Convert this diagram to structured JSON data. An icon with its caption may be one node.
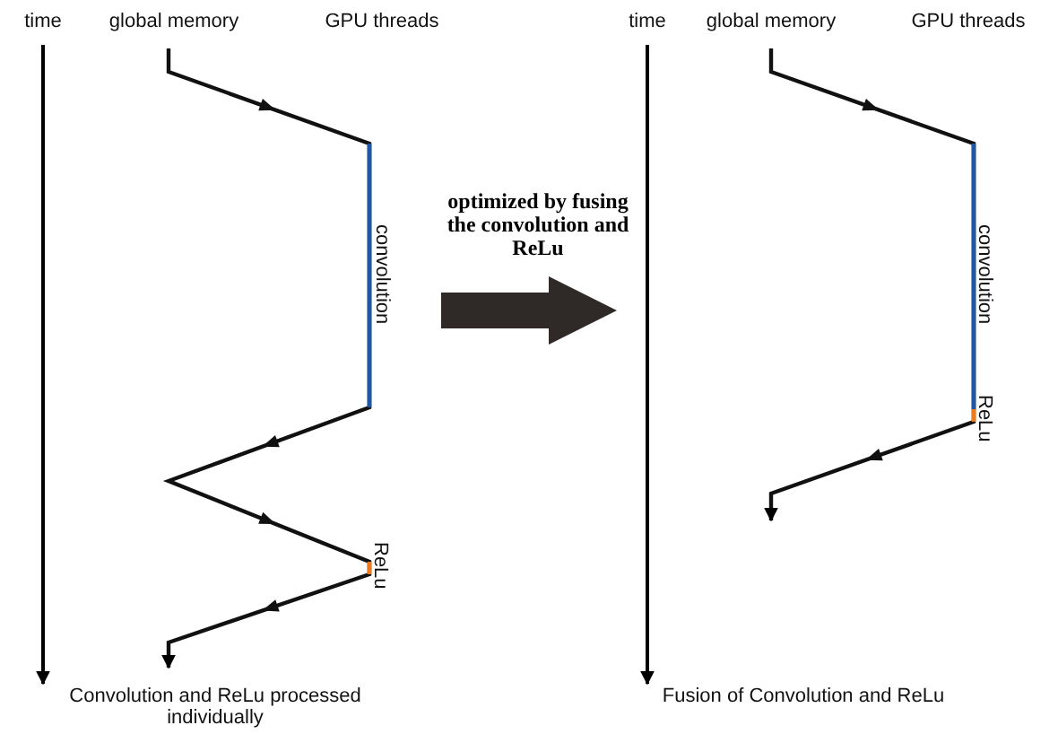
{
  "diagram": {
    "nodes": [
      {
        "text": [
          "time",
          "global memory",
          "GPU threads",
          "convolution",
          "ReLu"
        ],
        "beside": [
          "Convolution and ReLu processed individually"
        ]
      },
      {
        "text": [
          "time",
          "global memory",
          "GPU threads",
          "convolution",
          "ReLu"
        ],
        "beside": [
          "Fusion of Convolution and ReLu"
        ]
      }
    ],
    "edges": [
      {
        "from": 0,
        "to": 1,
        "arrow": "to",
        "label": "optimized by fusing the convolution and ReLu"
      }
    ]
  }
}
